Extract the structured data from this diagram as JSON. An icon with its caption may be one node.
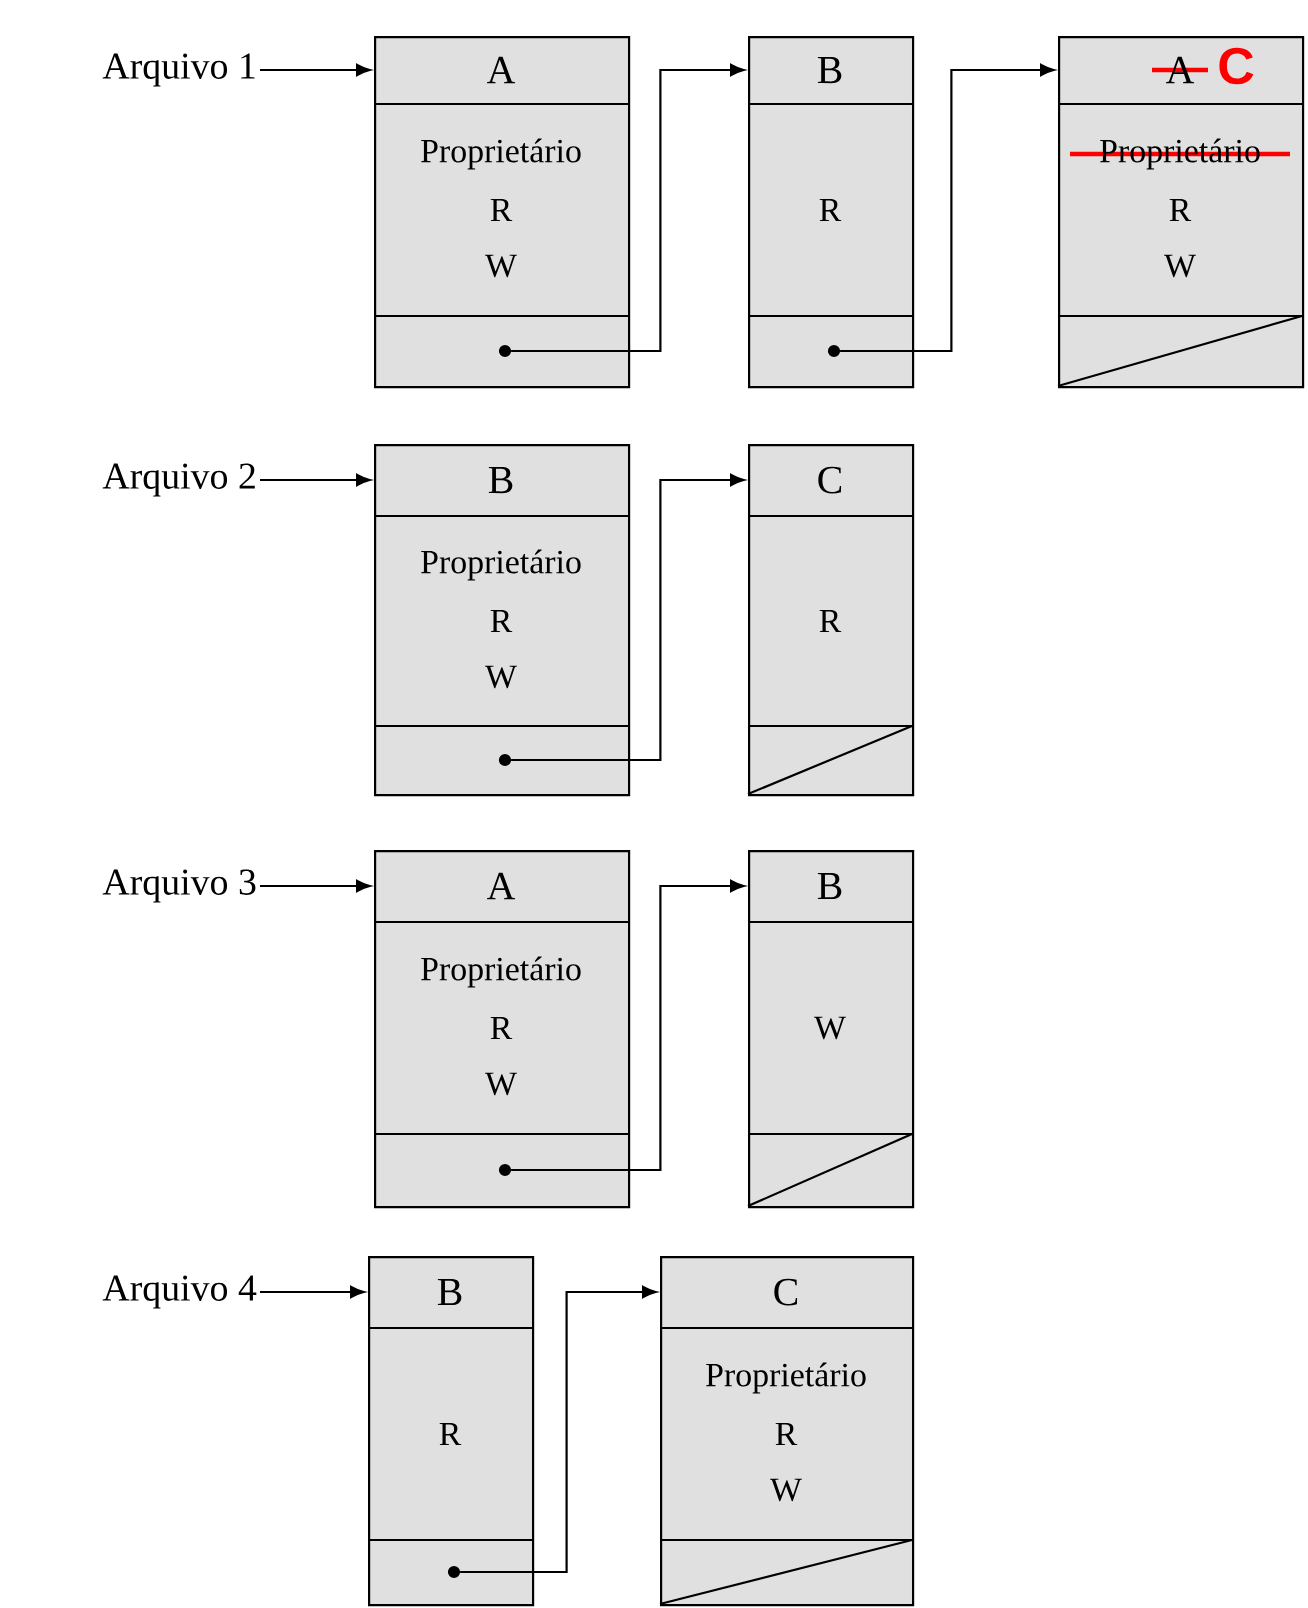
{
  "diagram": {
    "nodes": [
      {
        "text": [
          "Arquivo 1"
        ]
      },
      {
        "text": [
          "A",
          "Proprietário",
          "R",
          "W"
        ]
      },
      {
        "text": [],
        "shape": "circle",
        "in": 1
      },
      {
        "text": [
          "B",
          "R"
        ]
      },
      {
        "text": [],
        "shape": "circle",
        "in": 3
      },
      {
        "text": [
          "A",
          "C",
          "Proprietário",
          "R",
          "W"
        ]
      },
      {
        "text": [
          "Arquivo 2"
        ]
      },
      {
        "text": [
          "B",
          "Proprietário",
          "R",
          "W"
        ]
      },
      {
        "text": [],
        "shape": "circle",
        "in": 7
      },
      {
        "text": [
          "C",
          "R"
        ]
      },
      {
        "text": [
          "Arquivo 3"
        ]
      },
      {
        "text": [
          "A",
          "Proprietário",
          "R",
          "W"
        ]
      },
      {
        "text": [],
        "shape": "circle",
        "in": 11
      },
      {
        "text": [
          "B",
          "W"
        ]
      },
      {
        "text": [
          "Arquivo 4"
        ]
      },
      {
        "text": [
          "B",
          "R"
        ]
      },
      {
        "text": [],
        "shape": "circle",
        "in": 15
      },
      {
        "text": [
          "C",
          "Proprietário",
          "R",
          "W"
        ]
      }
    ],
    "edges": [
      {
        "from": 0,
        "to": 1,
        "arrow": "to"
      },
      {
        "from": 2,
        "to": 3,
        "arrow": "to"
      },
      {
        "from": 4,
        "to": 5,
        "arrow": "to"
      },
      {
        "from": 6,
        "to": 7,
        "arrow": "to"
      },
      {
        "from": 8,
        "to": 9,
        "arrow": "to"
      },
      {
        "from": 10,
        "to": 11,
        "arrow": "to"
      },
      {
        "from": 12,
        "to": 13,
        "arrow": "to"
      },
      {
        "from": 14,
        "to": 15,
        "arrow": "to"
      },
      {
        "from": 16,
        "to": 17,
        "arrow": "to"
      }
    ]
  }
}
